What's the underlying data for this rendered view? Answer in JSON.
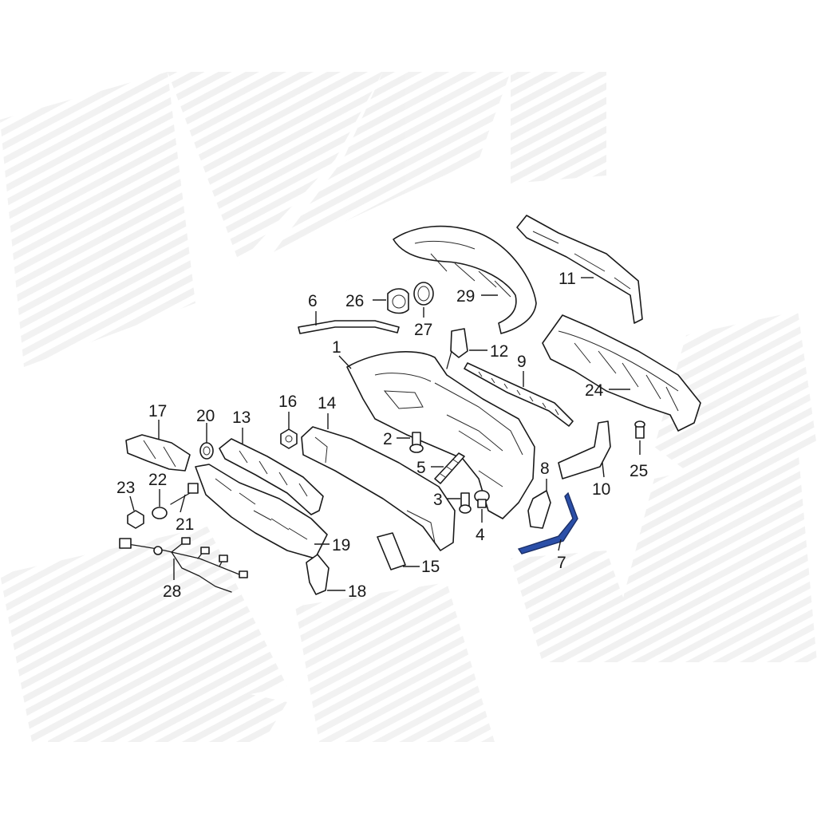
{
  "colors": {
    "background": "#ffffff",
    "line": "#1a1a1a",
    "highlight": "#2b4fa8",
    "watermark": "#e6e6e6"
  },
  "callouts": [
    {
      "id": "1",
      "label": "1"
    },
    {
      "id": "2",
      "label": "2"
    },
    {
      "id": "3",
      "label": "3"
    },
    {
      "id": "4",
      "label": "4"
    },
    {
      "id": "5",
      "label": "5"
    },
    {
      "id": "6",
      "label": "6"
    },
    {
      "id": "7",
      "label": "7"
    },
    {
      "id": "8",
      "label": "8"
    },
    {
      "id": "9",
      "label": "9"
    },
    {
      "id": "10",
      "label": "10"
    },
    {
      "id": "11",
      "label": "11"
    },
    {
      "id": "12",
      "label": "12"
    },
    {
      "id": "13",
      "label": "13"
    },
    {
      "id": "14",
      "label": "14"
    },
    {
      "id": "15",
      "label": "15"
    },
    {
      "id": "16",
      "label": "16"
    },
    {
      "id": "17",
      "label": "17"
    },
    {
      "id": "18",
      "label": "18"
    },
    {
      "id": "19",
      "label": "19"
    },
    {
      "id": "20",
      "label": "20"
    },
    {
      "id": "21",
      "label": "21"
    },
    {
      "id": "22",
      "label": "22"
    },
    {
      "id": "23",
      "label": "23"
    },
    {
      "id": "24",
      "label": "24"
    },
    {
      "id": "25",
      "label": "25"
    },
    {
      "id": "26",
      "label": "26"
    },
    {
      "id": "27",
      "label": "27"
    },
    {
      "id": "28",
      "label": "28"
    },
    {
      "id": "29",
      "label": "29"
    }
  ],
  "highlighted_part": "7"
}
